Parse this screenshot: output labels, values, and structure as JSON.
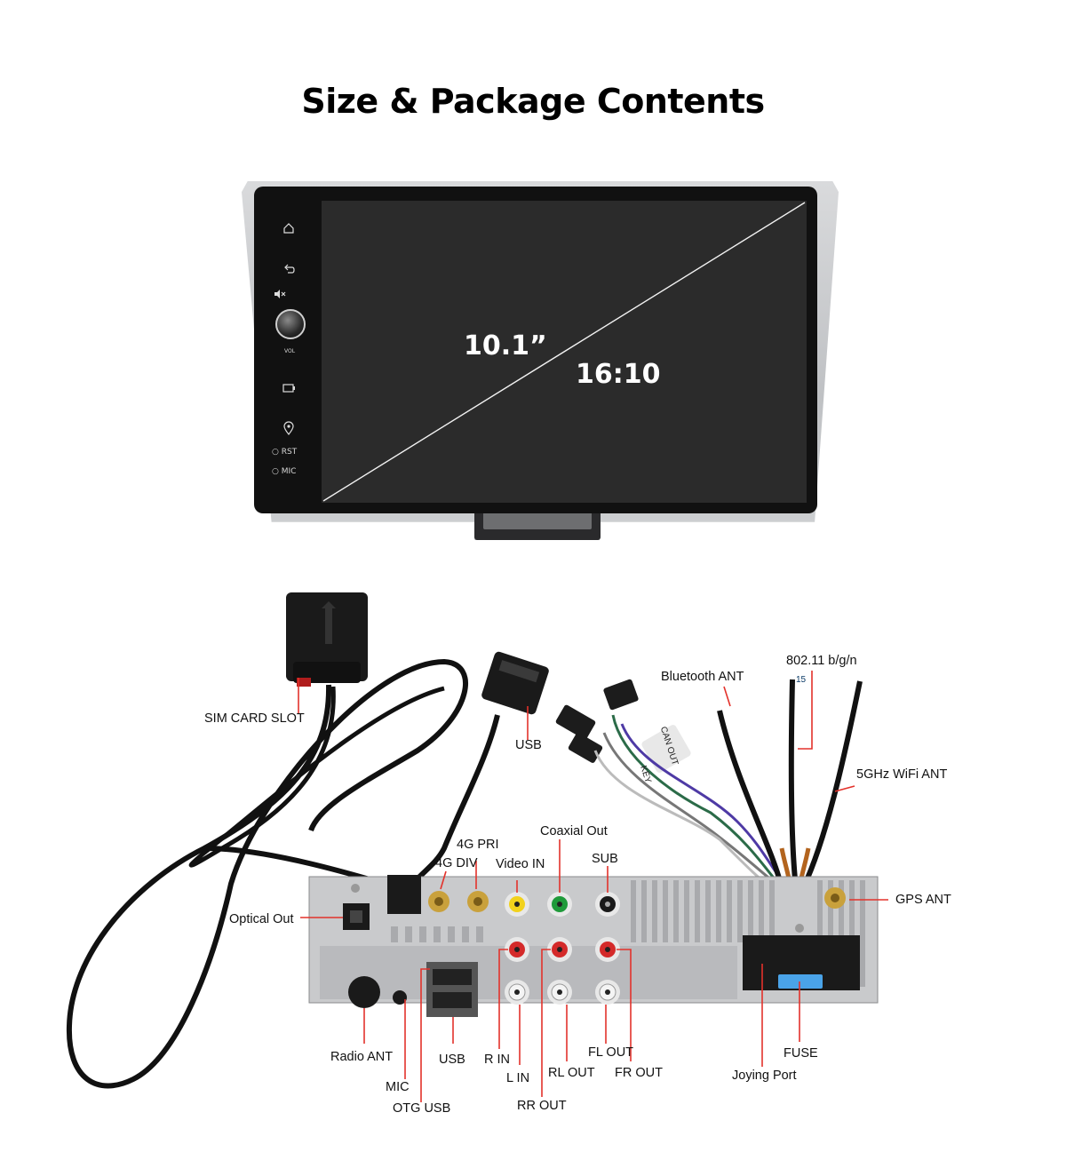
{
  "title": "Size & Package Contents",
  "display": {
    "diagonal_label": "10.1”",
    "aspect_label": "16:10",
    "side_buttons": [
      {
        "icon": "home-icon"
      },
      {
        "icon": "back-icon"
      },
      {
        "icon": "mute-icon"
      },
      {
        "icon": "volume-knob",
        "label": "VOL"
      },
      {
        "icon": "battery-icon"
      },
      {
        "icon": "location-icon"
      },
      {
        "label": "RST"
      },
      {
        "label": "MIC"
      }
    ]
  },
  "connectors": {
    "sim_card_slot": "SIM CARD SLOT",
    "usb_top": "USB",
    "bluetooth_ant": "Bluetooth ANT",
    "wifi_80211": "802.11 b/g/n",
    "wifi_5ghz": "5GHz WiFi ANT",
    "gps_ant": "GPS ANT",
    "optical_out": "Optical Out",
    "ant_4g_pri": "4G PRI",
    "ant_4g_div": "4G DIV",
    "video_in": "Video IN",
    "coaxial_out": "Coaxial Out",
    "sub": "SUB",
    "radio_ant": "Radio ANT",
    "mic": "MIC",
    "otg_usb": "OTG USB",
    "usb_bottom": "USB",
    "r_in": "R IN",
    "l_in": "L IN",
    "rr_out": "RR OUT",
    "rl_out": "RL OUT",
    "fl_out": "FL OUT",
    "fr_out": "FR OUT",
    "joying_port": "Joying Port",
    "fuse": "FUSE"
  },
  "cable_labels": {
    "can_out": "CAN OUT",
    "key": "KEY",
    "fuse_rating": "15"
  },
  "colors": {
    "callout_line": "#e3322b",
    "rca_yellow": "#f2d21c",
    "rca_green": "#1f9a3a",
    "rca_red": "#d42a2a",
    "gold_antenna": "#c9a13c"
  }
}
